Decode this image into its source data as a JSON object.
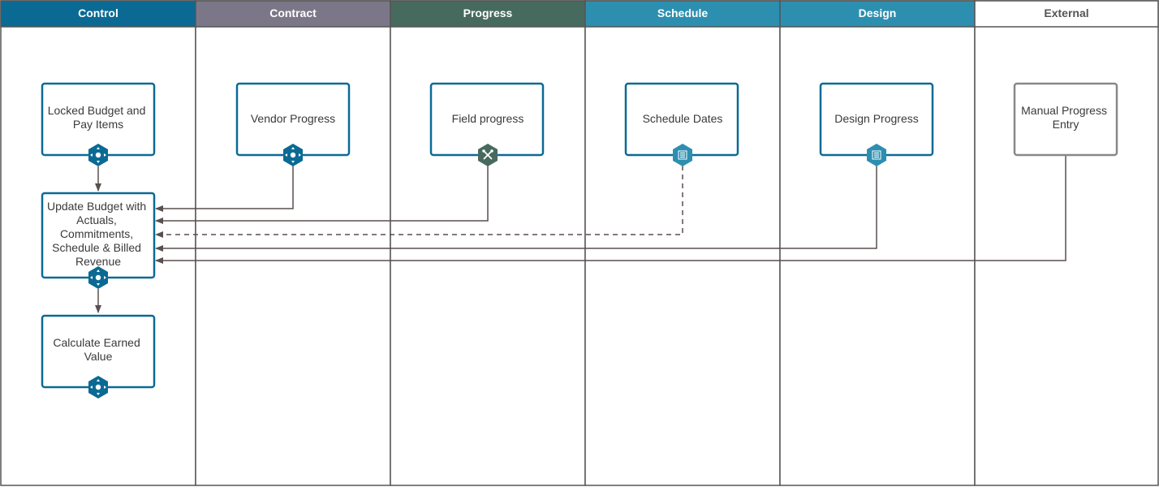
{
  "colors": {
    "control": "#0a6a94",
    "contract": "#7c7788",
    "progress": "#476a5e",
    "schedule": "#2d8fb0",
    "design": "#2d8fb0",
    "external": "#ffffff",
    "lane_border": "#555555",
    "arrow": "#5a4f4f"
  },
  "lanes": [
    {
      "id": "control",
      "label": "Control"
    },
    {
      "id": "contract",
      "label": "Contract"
    },
    {
      "id": "progress",
      "label": "Progress"
    },
    {
      "id": "schedule",
      "label": "Schedule"
    },
    {
      "id": "design",
      "label": "Design"
    },
    {
      "id": "external",
      "label": "External"
    }
  ],
  "nodes": {
    "locked_budget": {
      "label_lines": [
        "Locked Budget and",
        "Pay Items"
      ],
      "icon": "gear-hex-icon"
    },
    "update_budget": {
      "label_lines": [
        "Update Budget with",
        "Actuals,",
        "Commitments,",
        "Schedule & Billed",
        "Revenue"
      ],
      "icon": "gear-hex-icon"
    },
    "earned_value": {
      "label_lines": [
        "Calculate Earned",
        "Value"
      ],
      "icon": "gear-hex-icon"
    },
    "vendor_progress": {
      "label_lines": [
        "Vendor Progress"
      ],
      "icon": "gear-hex-icon"
    },
    "field_progress": {
      "label_lines": [
        "Field progress"
      ],
      "icon": "tools-hex-icon"
    },
    "schedule_dates": {
      "label_lines": [
        "Schedule Dates"
      ],
      "icon": "document-hex-icon"
    },
    "design_progress": {
      "label_lines": [
        "Design Progress"
      ],
      "icon": "document-hex-icon"
    },
    "manual_entry": {
      "label_lines": [
        "Manual Progress",
        "Entry"
      ],
      "icon": ""
    }
  }
}
